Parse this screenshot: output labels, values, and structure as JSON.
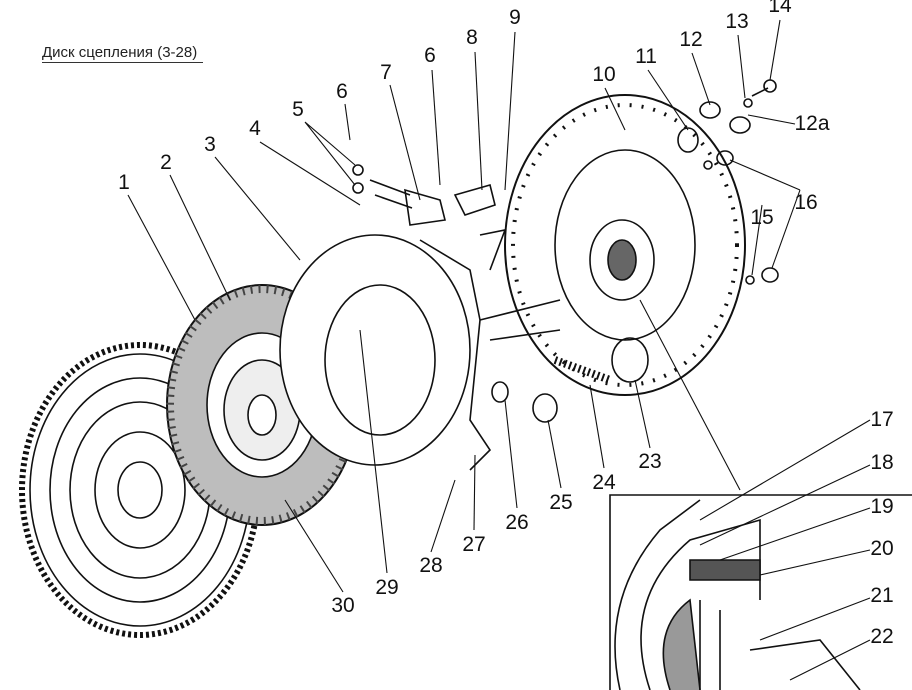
{
  "title": "Диск сцепления (3-28)",
  "labels": {
    "l1": "1",
    "l2": "2",
    "l3": "3",
    "l4": "4",
    "l5": "5",
    "l6a": "6",
    "l6b": "6",
    "l7": "7",
    "l8": "8",
    "l9": "9",
    "l10": "10",
    "l11": "11",
    "l12": "12",
    "l12a": "12a",
    "l13": "13",
    "l14": "14",
    "l15": "15",
    "l16": "16",
    "l17": "17",
    "l18": "18",
    "l19": "19",
    "l20": "20",
    "l21": "21",
    "l22": "22",
    "l23": "23",
    "l24": "24",
    "l25": "25",
    "l26": "26",
    "l27": "27",
    "l28": "28",
    "l29": "29",
    "l30": "30"
  }
}
